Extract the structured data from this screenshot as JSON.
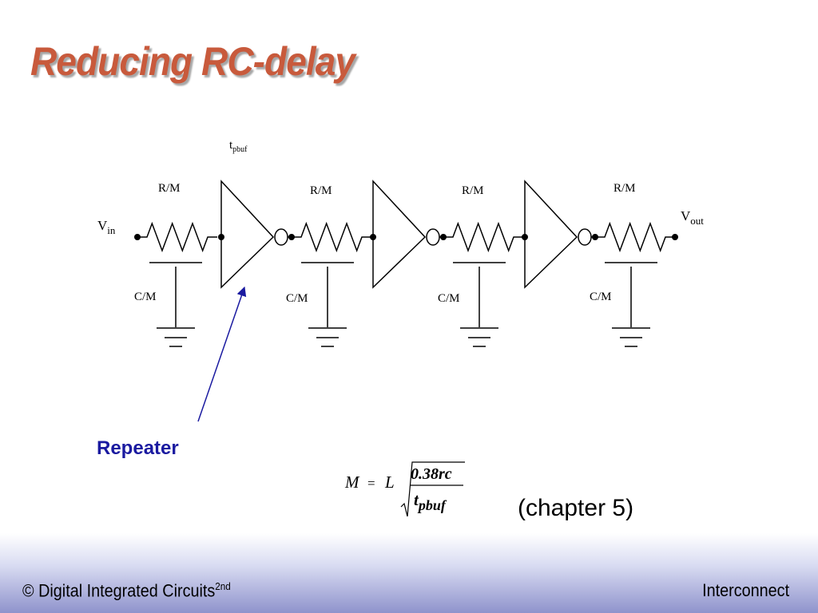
{
  "slide": {
    "title": "Reducing RC-delay"
  },
  "diagram": {
    "buffer_delay_label": {
      "main": "t",
      "sub": "pbuf"
    },
    "input_label": {
      "main": "V",
      "sub": "in"
    },
    "output_label": {
      "main": "V",
      "sub": "out"
    },
    "resistor_labels": [
      "R/M",
      "R/M",
      "R/M",
      "R/M"
    ],
    "capacitor_labels": [
      "C/M",
      "C/M",
      "C/M",
      "C/M"
    ],
    "callout_label": "Repeater",
    "colors": {
      "callout": "#1a1aa0",
      "title": "#c85a3c"
    }
  },
  "formula": {
    "lhs": "M",
    "equals": "=",
    "factor": "L",
    "numerator": "0.38rc",
    "denominator_main": "t",
    "denominator_sub": "pbuf"
  },
  "chapter_ref": "(chapter 5)",
  "footer": {
    "left_text": "© Digital Integrated Circuits",
    "left_superscript": "2nd",
    "right_text": "Interconnect"
  }
}
